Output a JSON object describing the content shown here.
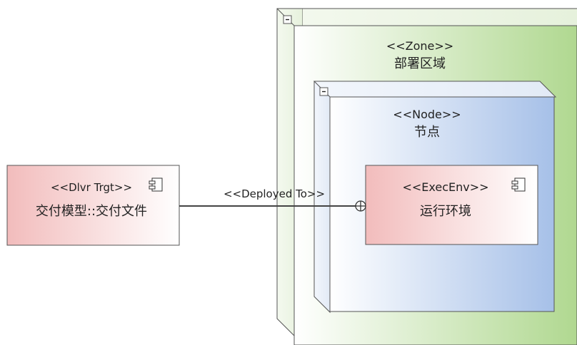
{
  "zone": {
    "stereotype": "<<Zone>>",
    "name": "部署区域"
  },
  "node": {
    "stereotype": "<<Node>>",
    "name": "节点"
  },
  "exec_env": {
    "stereotype": "<<ExecEnv>>",
    "name": "运行环境"
  },
  "deliverable": {
    "stereotype": "<<Dlvr Trgt>>",
    "name": "交付模型::交付文件"
  },
  "connector": {
    "stereotype": "<<Deployed To>>"
  },
  "colors": {
    "zone_fill_end": "#b0d890",
    "node_fill_end": "#a6c0e8",
    "component_fill_start": "#f2bcbc",
    "outline": "#555555"
  },
  "icons": [
    "collapse-icon",
    "component-icon",
    "nesting-circle-icon"
  ]
}
